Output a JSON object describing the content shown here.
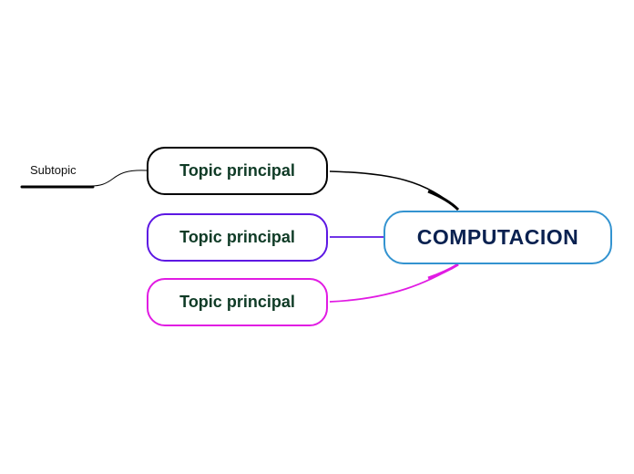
{
  "central": {
    "label": "COMPUTACION",
    "text_color": "#0a2150",
    "border_color": "#3393d0"
  },
  "topics": [
    {
      "label": "Topic principal",
      "text_color": "#0f3b26",
      "branch_color": "#000000"
    },
    {
      "label": "Topic principal",
      "text_color": "#0f3b26",
      "branch_color": "#5d18e3"
    },
    {
      "label": "Topic principal",
      "text_color": "#0f3b26",
      "branch_color": "#e11be3"
    }
  ],
  "subtopic": {
    "label": "Subtopic",
    "text_color": "#111111",
    "line_color": "#000000"
  }
}
